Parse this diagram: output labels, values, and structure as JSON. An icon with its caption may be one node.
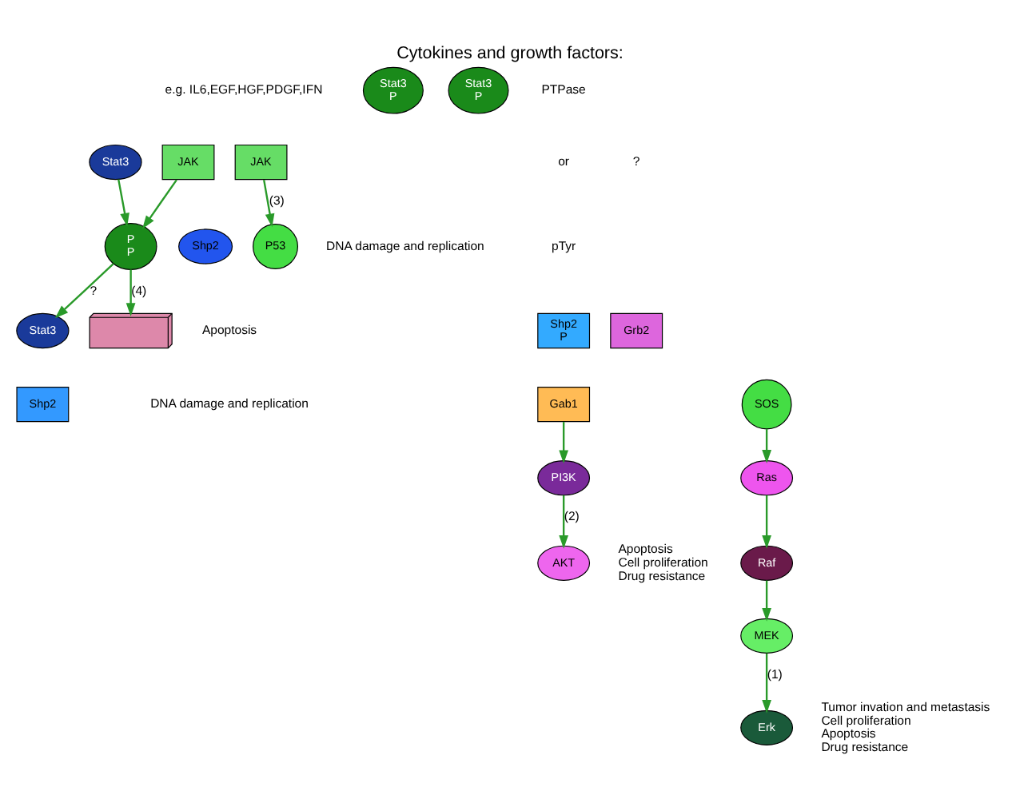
{
  "diagram": {
    "title": "Cytokines and growth factors:",
    "nodes": [
      {
        "text": [
          "JAK"
        ]
      },
      {
        "text": [
          "Stat3",
          "P"
        ]
      },
      {
        "text": [
          "Stat3",
          "P"
        ]
      },
      {
        "text": [
          "Stat3"
        ]
      },
      {
        "text": [
          "Stat3"
        ]
      },
      {
        "text": [
          "P",
          "P"
        ]
      },
      {
        "text": [
          "Shp2"
        ]
      },
      {
        "text": [
          "JAK"
        ]
      },
      {
        "text": [
          "Shp2"
        ]
      },
      {
        "text": [
          "P53"
        ],
        "beside": [
          "DNA damage and replication"
        ]
      },
      {
        "text": [
          "Shp2",
          "P"
        ]
      },
      {
        "text": [
          "Grb2"
        ]
      },
      {
        "text": [
          "Gab1"
        ]
      },
      {
        "text": [
          "SOS"
        ]
      },
      {
        "text": [
          "PI3K"
        ]
      },
      {
        "text": [
          "AKT"
        ],
        "beside": [
          "Apoptosis",
          "Cell proliferation",
          "Drug resistance"
        ]
      },
      {
        "text": [
          "Ras"
        ]
      },
      {
        "text": [
          "Raf"
        ]
      },
      {
        "text": [
          "MEK"
        ]
      },
      {
        "text": [
          "Erk"
        ],
        "beside": [
          "Tumor invation and metastasis",
          "Cell proliferation",
          "Apoptosis",
          "Drug resistance"
        ]
      },
      {
        "text": [],
        "shape": "picture"
      }
    ],
    "edges": [
      {
        "from": 0,
        "to": 5,
        "arrow": "to"
      },
      {
        "from": 3,
        "to": 5,
        "arrow": "to"
      },
      {
        "from": 5,
        "to": 4,
        "arrow": "to",
        "label": "?"
      },
      {
        "from": 5,
        "to": 20,
        "arrow": "to",
        "label": "(4)"
      },
      {
        "from": 7,
        "to": 9,
        "arrow": "to",
        "label": "(3)"
      },
      {
        "from": 12,
        "to": 14,
        "arrow": "to"
      },
      {
        "from": 14,
        "to": 15,
        "arrow": "to",
        "label": "(2)"
      },
      {
        "from": 13,
        "to": 16,
        "arrow": "to"
      },
      {
        "from": 16,
        "to": 17,
        "arrow": "to"
      },
      {
        "from": 17,
        "to": 18,
        "arrow": "to"
      },
      {
        "from": 18,
        "to": 19,
        "arrow": "to",
        "label": "(1)"
      }
    ],
    "labels": [
      "e.g. IL6,EGF,HGF,PDGF,IFN",
      "PTPase",
      "or",
      "?",
      "pTyr",
      "Apoptosis",
      "DNA damage and replication"
    ]
  }
}
